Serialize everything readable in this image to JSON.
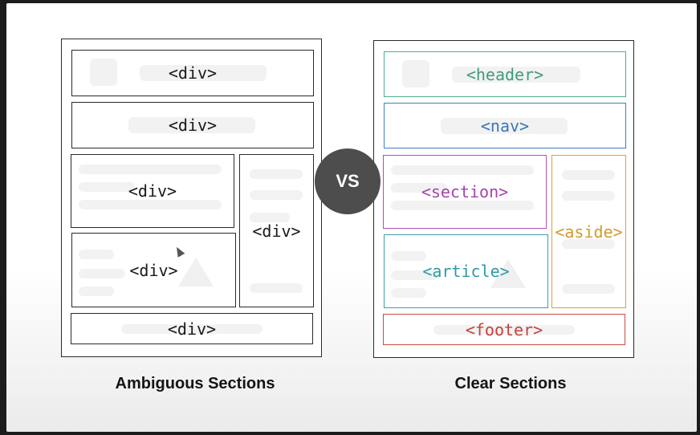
{
  "left": {
    "caption": "Ambiguous Sections",
    "boxes": {
      "top": "<div>",
      "second": "<div>",
      "main_top": "<div>",
      "main_bottom": "<div>",
      "side": "<div>",
      "bottom": "<div>"
    }
  },
  "vs_label": "VS",
  "right": {
    "caption": "Clear Sections",
    "boxes": {
      "header": "<header>",
      "nav": "<nav>",
      "section": "<section>",
      "article": "<article>",
      "aside": "<aside>",
      "footer": "<footer>"
    }
  },
  "colors": {
    "header": "#4fae8c",
    "nav": "#3f7ec2",
    "section": "#b04fb5",
    "article": "#3ba0a8",
    "aside": "#d9a13a",
    "footer": "#cc4a43",
    "div_border": "#2a2a2a"
  }
}
